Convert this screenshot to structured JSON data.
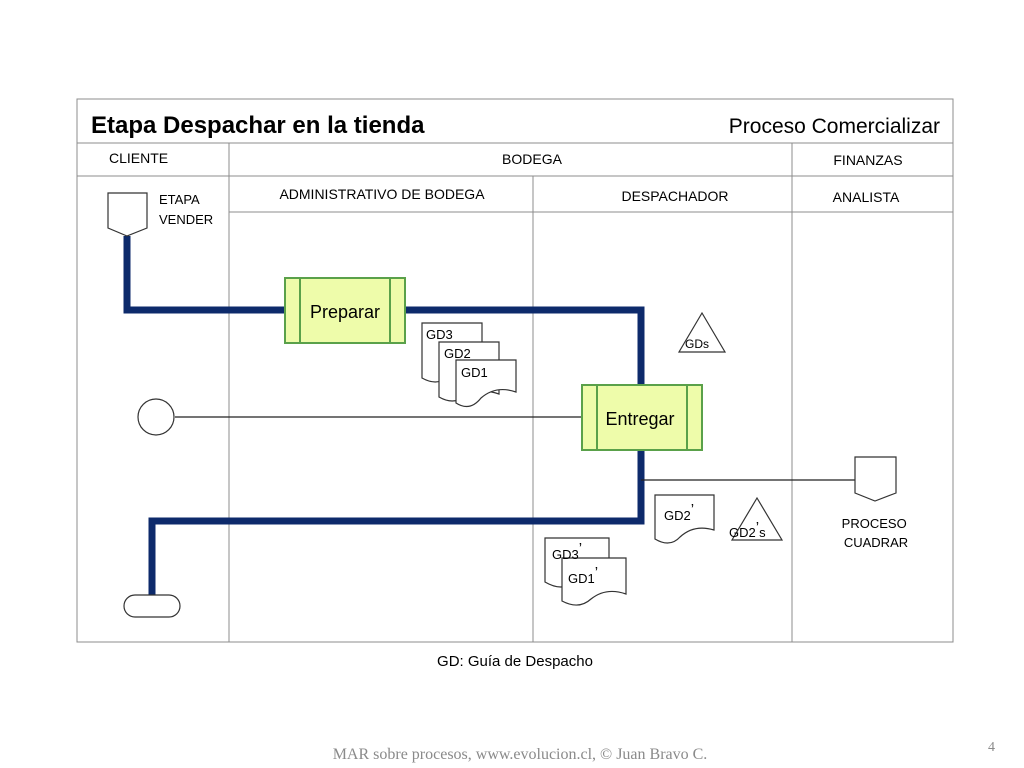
{
  "slide": {
    "title": "Etapa Despachar en la tienda",
    "process": "Proceso Comercializar",
    "legend": "GD: Guía de Despacho",
    "footer": "MAR sobre procesos, www.evolucion.cl, © Juan Bravo C.",
    "page_number": "4"
  },
  "lanes": {
    "cliente": "CLIENTE",
    "bodega": "BODEGA",
    "finanzas": "FINANZAS",
    "administrativo": "ADMINISTRATIVO DE BODEGA",
    "despachador": "DESPACHADOR",
    "analista": "ANALISTA"
  },
  "nodes": {
    "etapa_vender": [
      "ETAPA",
      "VENDER"
    ],
    "proceso_cuadrar": [
      "PROCESO",
      "CUADRAR"
    ],
    "preparar": "Preparar",
    "entregar": "Entregar",
    "gds": "GDs",
    "gd2s_base": "GD2",
    "gd2s_mark": "’",
    "gd2s_suffix": "s",
    "docs_top": [
      "GD3",
      "GD2",
      "GD1"
    ],
    "doc_gd2p_base": "GD2",
    "doc_gd3p_base": "GD3",
    "doc_gd1p_base": "GD1",
    "prime": "’"
  },
  "colors": {
    "flow_line": "#0d2a6b",
    "activity_fill": "#eefcaa",
    "activity_border": "#5aa14a",
    "frame": "#8c8c8c"
  }
}
